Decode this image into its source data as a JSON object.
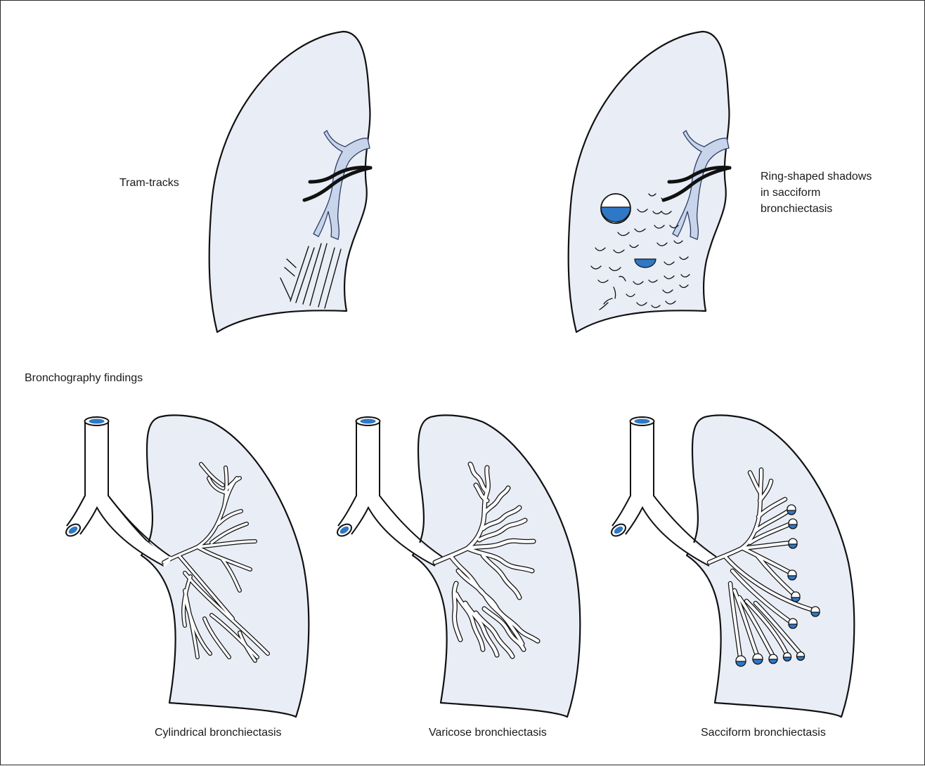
{
  "labels": {
    "tram_tracks": "Tram-tracks",
    "ring_shadows_1": "Ring-shaped shadows",
    "ring_shadows_2": "in sacciform",
    "ring_shadows_3": "bronchiectasis",
    "bronchography": "Bronchography findings",
    "cylindrical": "Cylindrical bronchiectasis",
    "varicose": "Varicose bronchiectasis",
    "sacciform": "Sacciform bronchiectasis"
  },
  "colors": {
    "lung_fill": "#e9edf6",
    "bronchus_fill": "#c7d4ea",
    "contrast_blue": "#2f78c6",
    "outline": "#111111"
  }
}
